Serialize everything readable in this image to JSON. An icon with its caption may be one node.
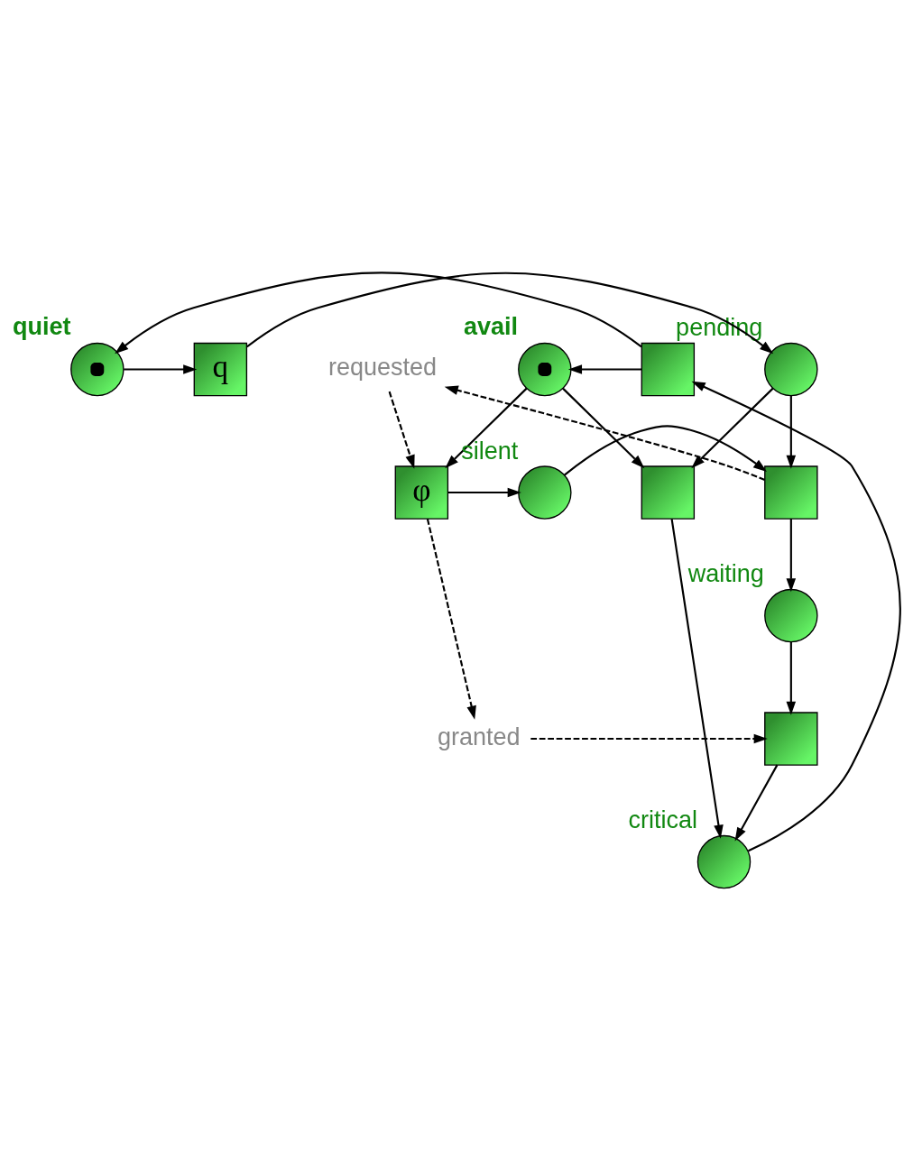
{
  "diagram": {
    "nodes": [
      {
        "text": [
          "quiet"
        ]
      },
      {
        "text": [
          "q"
        ]
      },
      {
        "text": [
          "pending"
        ]
      },
      {
        "text": [],
        "shape": "box"
      },
      {
        "text": [
          "avail"
        ]
      },
      {
        "text": [],
        "shape": "box"
      },
      {
        "text": [
          "φ"
        ]
      },
      {
        "text": [
          "silent"
        ]
      },
      {
        "text": [],
        "shape": "box"
      },
      {
        "text": [
          "waiting"
        ]
      },
      {
        "text": [],
        "shape": "box"
      },
      {
        "text": [
          "critical"
        ]
      },
      {
        "text": [
          "requested"
        ]
      },
      {
        "text": [
          "granted"
        ]
      }
    ],
    "edges": [
      {
        "from": 0,
        "to": 1,
        "arrow": "to"
      },
      {
        "from": 1,
        "to": 2,
        "arrow": "to"
      },
      {
        "from": 2,
        "to": 5,
        "arrow": "to"
      },
      {
        "from": 2,
        "to": 8,
        "arrow": "to"
      },
      {
        "from": 3,
        "to": 0,
        "arrow": "to"
      },
      {
        "from": 3,
        "to": 4,
        "arrow": "to"
      },
      {
        "from": 4,
        "to": 5,
        "arrow": "to"
      },
      {
        "from": 4,
        "to": 6,
        "arrow": "to"
      },
      {
        "from": 12,
        "to": 6,
        "arrow": "to",
        "style": "dashed"
      },
      {
        "from": 6,
        "to": 7,
        "arrow": "to"
      },
      {
        "from": 7,
        "to": 8,
        "arrow": "to"
      },
      {
        "from": 8,
        "to": 12,
        "arrow": "to",
        "style": "dashed"
      },
      {
        "from": 8,
        "to": 9,
        "arrow": "to"
      },
      {
        "from": 6,
        "to": 13,
        "arrow": "to",
        "style": "dashed"
      },
      {
        "from": 9,
        "to": 10,
        "arrow": "to"
      },
      {
        "from": 13,
        "to": 10,
        "arrow": "to",
        "style": "dashed"
      },
      {
        "from": 5,
        "to": 11,
        "arrow": "to"
      },
      {
        "from": 10,
        "to": 11,
        "arrow": "to"
      },
      {
        "from": 11,
        "to": 3,
        "arrow": "to"
      }
    ]
  }
}
